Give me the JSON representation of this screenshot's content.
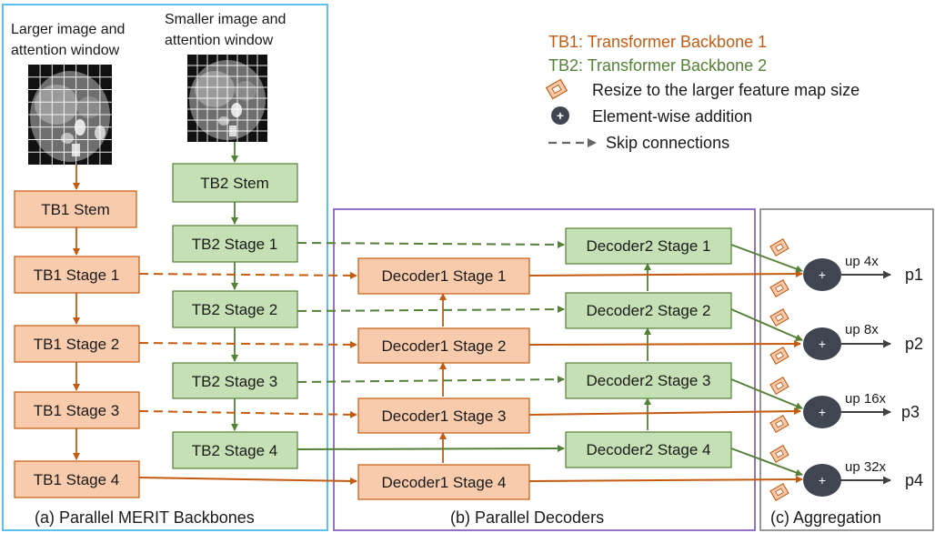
{
  "input_labels": {
    "larger": [
      "Larger image and",
      "attention window"
    ],
    "smaller": [
      "Smaller image and",
      "attention window"
    ]
  },
  "legend": {
    "tb1": "TB1: Transformer Backbone 1",
    "tb2": "TB2: Transformer Backbone 2",
    "resize": "Resize to the larger feature map size",
    "add": "Element-wise addition",
    "skip": "Skip connections",
    "tb1_color": "#c55a11",
    "tb2_color": "#538135"
  },
  "tb1": [
    "TB1 Stem",
    "TB1 Stage 1",
    "TB1 Stage 2",
    "TB1 Stage 3",
    "TB1 Stage 4"
  ],
  "tb2": [
    "TB2 Stem",
    "TB2 Stage 1",
    "TB2 Stage 2",
    "TB2 Stage 3",
    "TB2 Stage 4"
  ],
  "dec1": [
    "Decoder1 Stage 1",
    "Decoder1 Stage 2",
    "Decoder1 Stage 3",
    "Decoder1 Stage 4"
  ],
  "dec2": [
    "Decoder2 Stage 1",
    "Decoder2 Stage 2",
    "Decoder2 Stage 3",
    "Decoder2 Stage 4"
  ],
  "aggregation": {
    "plus": "+",
    "ups": [
      "up 4x",
      "up 8x",
      "up 16x",
      "up 32x"
    ],
    "outputs": [
      "p1",
      "p2",
      "p3",
      "p4"
    ]
  },
  "sections": {
    "a": "(a) Parallel MERIT Backbones",
    "b": "(b) Parallel Decoders",
    "c": "(c) Aggregation"
  },
  "colors": {
    "tb1_fill": "#f8cbad",
    "tb2_fill": "#c5e0b4",
    "section_a_border": "#5bc0eb",
    "section_b_border": "#7b4fb8",
    "section_c_border": "#7f7f7f",
    "add_node": "#3f4652"
  }
}
